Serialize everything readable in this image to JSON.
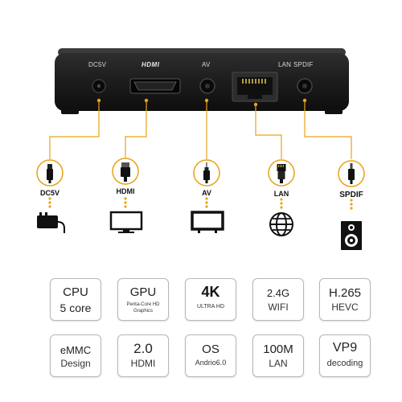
{
  "ports": {
    "dc5v": "DC5V",
    "hdmi": "HDMI",
    "av": "AV",
    "lan": "LAN",
    "spdif": "SPDIF"
  },
  "connectors": [
    {
      "label": "DC5V",
      "device": "power-adapter-icon"
    },
    {
      "label": "HDMI",
      "device": "monitor-icon"
    },
    {
      "label": "AV",
      "device": "tv-icon"
    },
    {
      "label": "LAN",
      "device": "globe-icon"
    },
    {
      "label": "SPDIF",
      "device": "speaker-icon"
    }
  ],
  "specs": [
    {
      "main": "CPU",
      "sub": "5 core"
    },
    {
      "main": "GPU",
      "sub": "Penta-Core HD Graphics"
    },
    {
      "main": "4K",
      "sub": "ULTRA HD"
    },
    {
      "main": "2.4G",
      "sub": "WIFI"
    },
    {
      "main": "H.265",
      "sub": "HEVC"
    },
    {
      "main": "eMMC",
      "sub": "Design"
    },
    {
      "main": "2.0",
      "sub": "HDMI"
    },
    {
      "main": "OS",
      "sub": "Andrio6.0"
    },
    {
      "main": "100M",
      "sub": "LAN"
    },
    {
      "main": "VP9",
      "sub": "decoding"
    }
  ],
  "colors": {
    "accent": "#e8a317",
    "device": "#1e1e1e"
  }
}
